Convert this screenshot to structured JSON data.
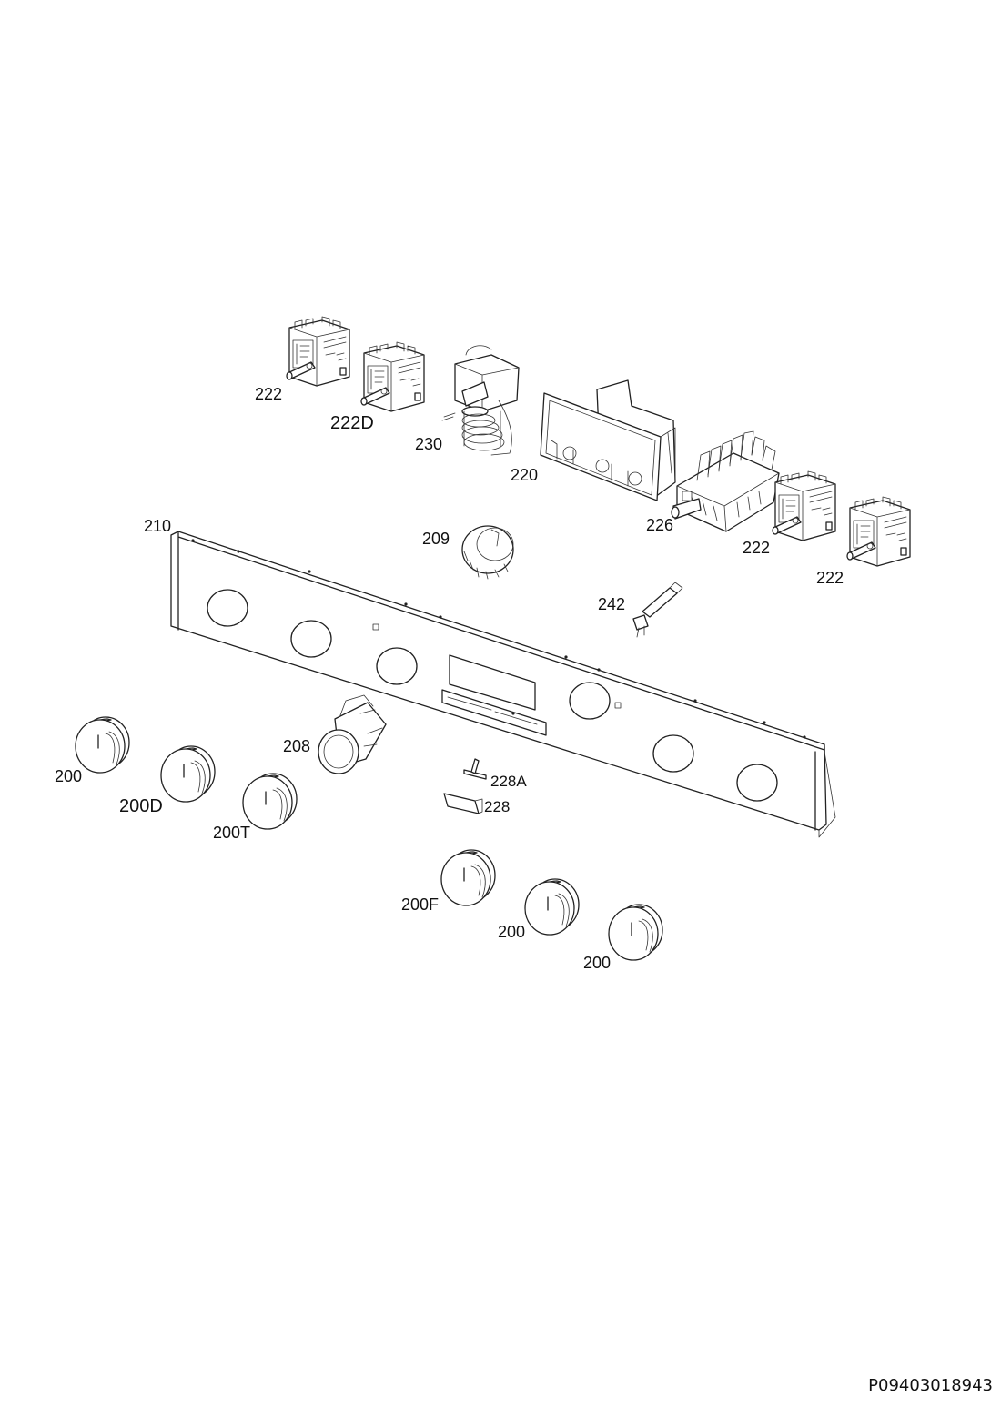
{
  "diagram": {
    "document_code": "P09403018943",
    "labels": {
      "selector_switch_top_left": "222",
      "selector_switch_d": "222D",
      "thermostat": "230",
      "display_frame": "220",
      "function_switch": "226",
      "selector_switch_right_1": "222",
      "selector_switch_right_2": "222",
      "control_panel": "210",
      "knob_ring": "209",
      "lamp": "242",
      "knob_bushing": "208",
      "button_rod": "228A",
      "button": "228",
      "knob_left_1": "200",
      "knob_d": "200D",
      "knob_t": "200T",
      "knob_f": "200F",
      "knob_right_1": "200",
      "knob_right_2": "200"
    }
  }
}
